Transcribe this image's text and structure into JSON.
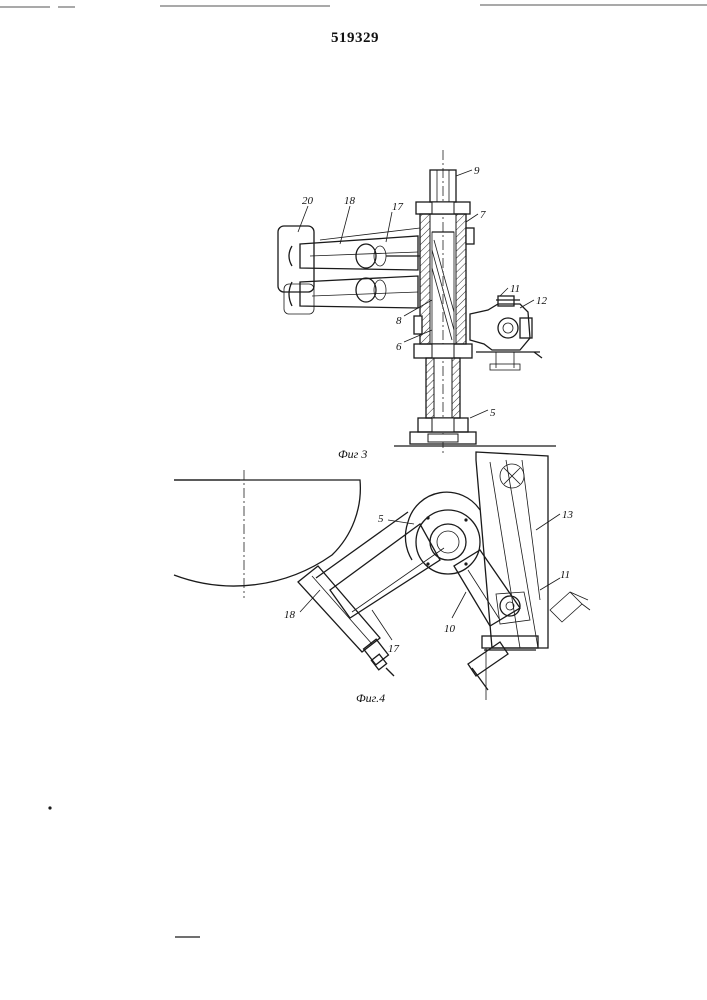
{
  "document": {
    "patent_number": "519329"
  },
  "figure3": {
    "caption": "Фиг 3",
    "labels": {
      "l9": "9",
      "l7": "7",
      "l20": "20",
      "l18": "18",
      "l17": "17",
      "l11": "11",
      "l12": "12",
      "l8": "8",
      "l6": "6",
      "l5": "5"
    }
  },
  "figure4": {
    "caption": "Фиг.4",
    "labels": {
      "l5": "5",
      "l13": "13",
      "l11": "11",
      "l18": "18",
      "l17": "17",
      "l10": "10"
    }
  }
}
